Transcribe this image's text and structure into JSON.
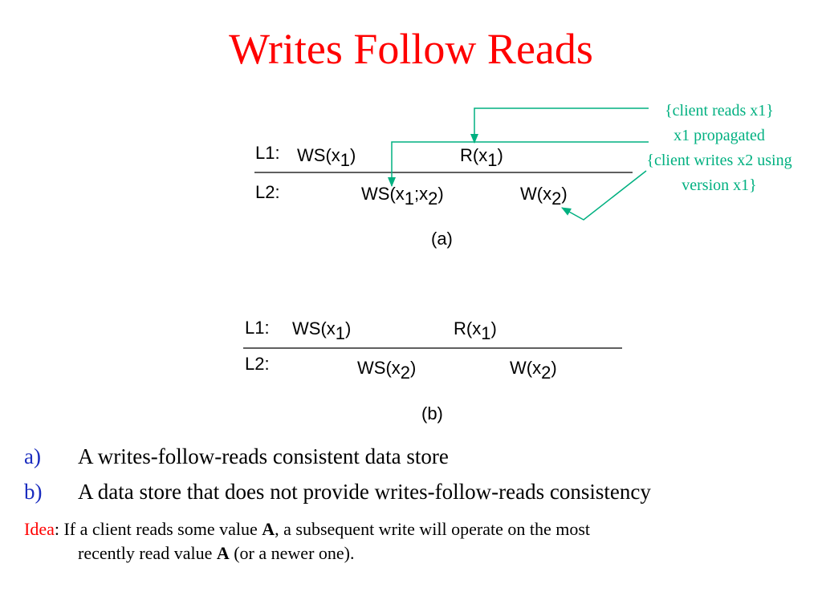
{
  "slide": {
    "title": "Writes Follow Reads"
  },
  "diagram_a": {
    "l1_label": "L1:",
    "l2_label": "L2:",
    "l1_ws": "WS(x",
    "l1_ws_sub": "1",
    "l1_ws_close": ")",
    "l1_r": "R(x",
    "l1_r_sub": "1",
    "l1_r_close": ")",
    "l2_ws": "WS(x",
    "l2_ws_sub1": "1",
    "l2_ws_mid": ";x",
    "l2_ws_sub2": "2",
    "l2_ws_close": ")",
    "l2_w": "W(x",
    "l2_w_sub": "2",
    "l2_w_close": ")",
    "caption": "(a)"
  },
  "diagram_b": {
    "l1_label": "L1:",
    "l2_label": "L2:",
    "l1_ws": "WS(x",
    "l1_ws_sub": "1",
    "l1_ws_close": ")",
    "l1_r": "R(x",
    "l1_r_sub": "1",
    "l1_r_close": ")",
    "l2_ws": "WS(x",
    "l2_ws_sub": "2",
    "l2_ws_close": ")",
    "l2_w": "W(x",
    "l2_w_sub": "2",
    "l2_w_close": ")",
    "caption": "(b)"
  },
  "annotations": {
    "note1": "{client reads x1}",
    "note2": "x1 propagated",
    "note3": "{client writes x2 using",
    "note4": "version x1}"
  },
  "list": {
    "a_marker": "a)",
    "a_text": "A writes-follow-reads consistent data store",
    "b_marker": "b)",
    "b_text": "A data store that does not provide writes-follow-reads consistency"
  },
  "idea": {
    "label": "Idea",
    "part1": ": If a client reads some value ",
    "bold1": "A",
    "part2": ", a subsequent write will operate on  the most",
    "part3": "recently read value ",
    "bold2": "A",
    "part4": " (or a newer one)."
  },
  "colors": {
    "title": "#ff0000",
    "annotation": "#00b080",
    "list_marker": "#1a2cbf",
    "idea_label": "#ff0000"
  }
}
